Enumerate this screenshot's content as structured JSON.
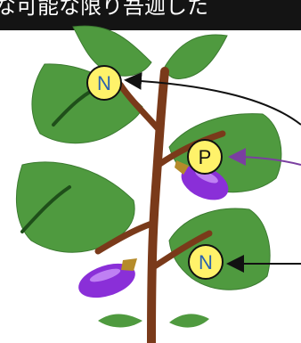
{
  "banner": {
    "text": "な可能な限り吾迦した"
  },
  "badges": [
    {
      "id": "n-upper",
      "label": "N",
      "arrow_color": "#111111"
    },
    {
      "id": "p-middle",
      "label": "P",
      "arrow_color": "#7a3fa0"
    },
    {
      "id": "n-lower",
      "label": "N",
      "arrow_color": "#111111"
    }
  ],
  "colors": {
    "leaf": "#4f9a3f",
    "leaf_dark": "#2f6f27",
    "stem": "#7a3a1a",
    "eggplant": "#8a2fd8",
    "eggplant_highlight": "#d6a2ff",
    "calyx": "#b58b2a",
    "badge_fill": "#fff26a",
    "badge_stroke": "#111111",
    "badge_n_text": "#2a62b0",
    "badge_p_text": "#111111"
  }
}
